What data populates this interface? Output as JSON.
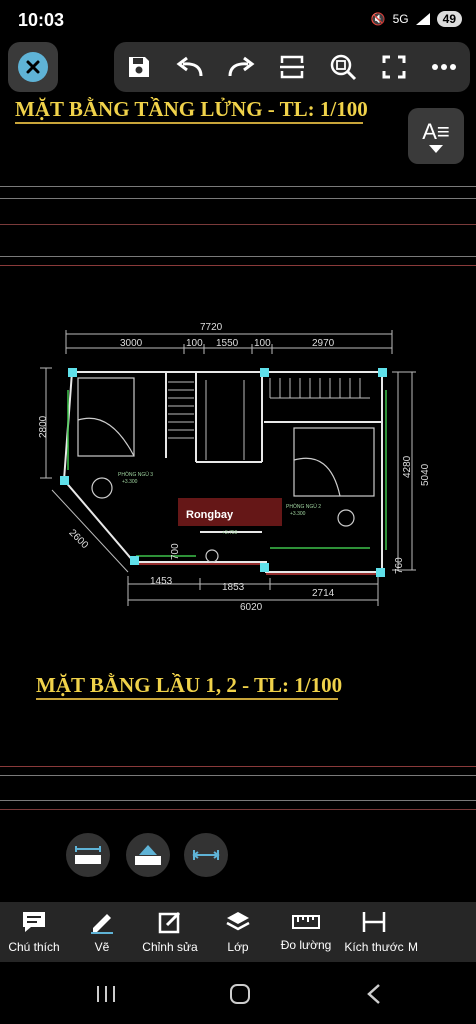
{
  "status": {
    "time": "10:03",
    "network": "5G",
    "battery": "49"
  },
  "titles": {
    "top": "MẶT BẰNG TẦNG LỬNG - TL: 1/100",
    "bottom": "MẶT BẰNG LẦU 1, 2 - TL: 1/100"
  },
  "text_style_button": {
    "label": "A≡"
  },
  "plan": {
    "dims": {
      "overall": "7720",
      "seg1": "3000",
      "seg2": "100",
      "seg3": "1550",
      "seg4": "100",
      "seg5": "2970",
      "left_side": "2800",
      "right_inner": "4280",
      "right_outer": "5040",
      "diag": "2600",
      "small1": "700",
      "small2": "760",
      "b1": "1453",
      "b2": "1853",
      "b3": "2714",
      "bottom_total": "6020"
    },
    "rooms": {
      "r1": "PHÒNG NGỦ 3",
      "r1_area": "+3.300",
      "r2": "PHÒNG NGỦ 2",
      "r2_area": "+3.300",
      "r3": "+3.750"
    },
    "watermark": "Rongbay"
  },
  "bottom_bar": [
    {
      "label": "Chú thích",
      "icon": "comment-icon"
    },
    {
      "label": "Vẽ",
      "icon": "pen-icon"
    },
    {
      "label": "Chỉnh sửa",
      "icon": "edit-icon"
    },
    {
      "label": "Lớp",
      "icon": "layers-icon"
    },
    {
      "label": "Đo lường",
      "icon": "ruler-icon"
    },
    {
      "label": "Kích thước",
      "icon": "dimension-icon"
    },
    {
      "label": "M",
      "icon": "more-icon"
    }
  ],
  "colors": {
    "accent": "#5fb3d6",
    "title": "#f0d24a",
    "toolbar": "#2f2f2f"
  }
}
